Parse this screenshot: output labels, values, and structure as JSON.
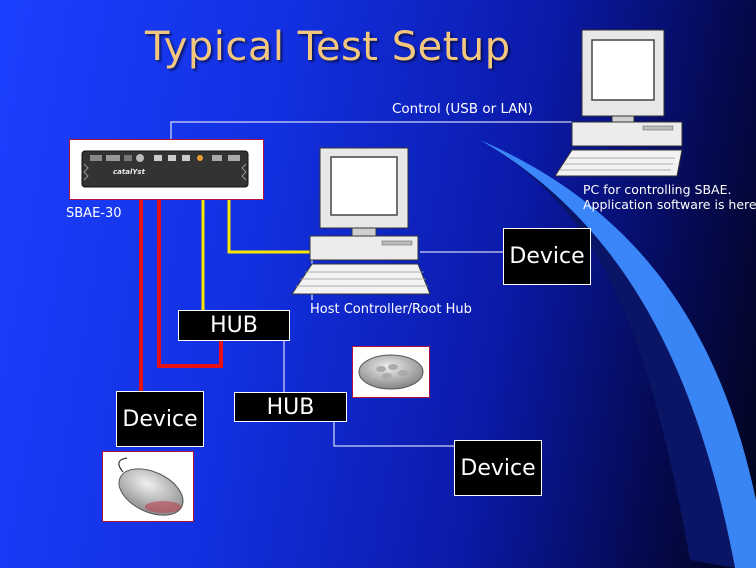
{
  "title": "Typical Test Setup",
  "labels": {
    "control": "Control (USB or LAN)",
    "pc_line1": "PC for controlling SBAE.",
    "pc_line2": "Application software is here.",
    "sbae": "SBAE-30",
    "host": "Host Controller/Root Hub"
  },
  "boxes": {
    "device_right": "Device",
    "hub_upper": "HUB",
    "device_left": "Device",
    "hub_lower": "HUB",
    "device_bottom": "Device"
  },
  "analyzer_brand": "catalYst",
  "colors": {
    "title": "#f4c77e",
    "red_cable": "#e81010",
    "yellow_cable": "#f8e600",
    "white_wire": "#ffffff"
  }
}
